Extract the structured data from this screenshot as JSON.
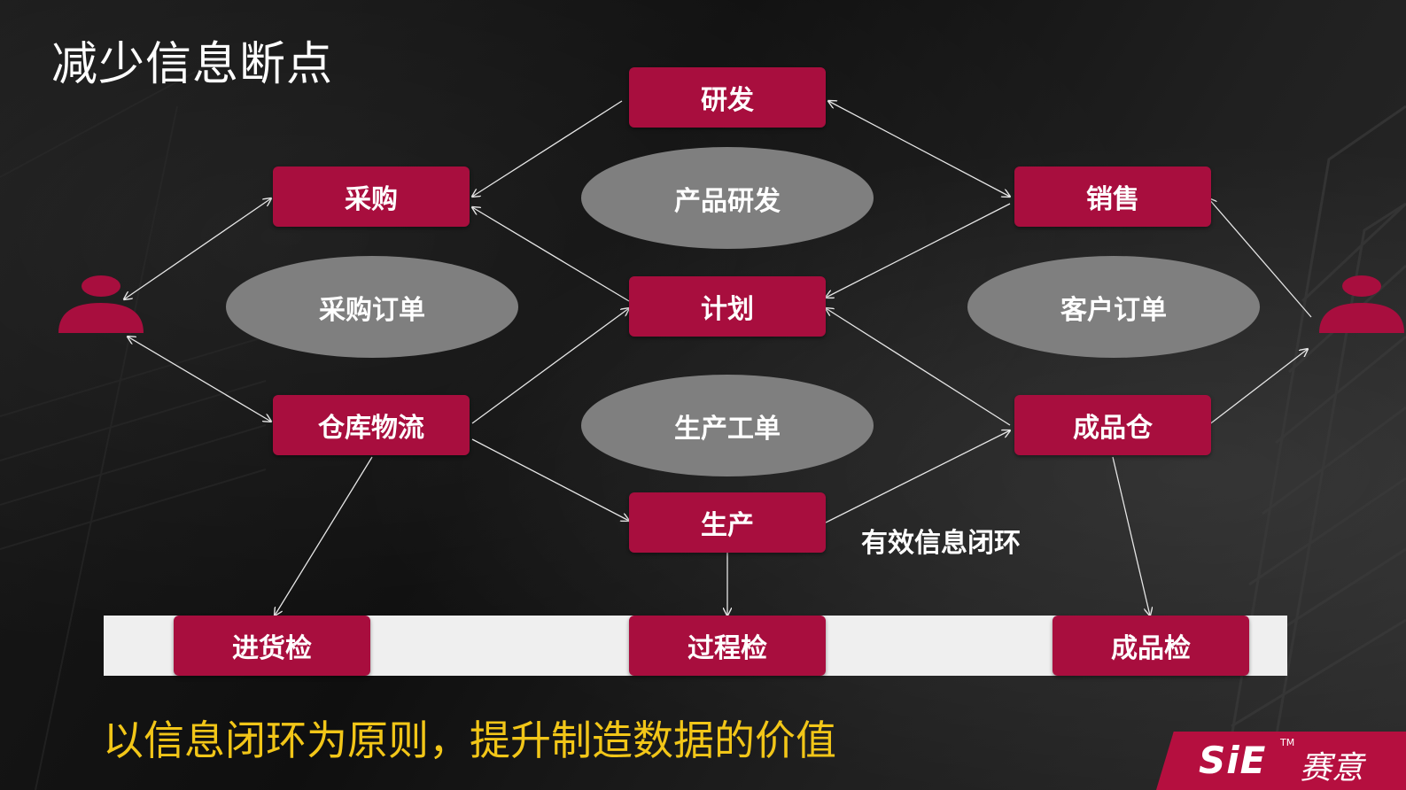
{
  "title": "减少信息断点",
  "nodes": {
    "rd": "研发",
    "purchase": "采购",
    "sales": "销售",
    "plan": "计划",
    "warehouse": "仓库物流",
    "finished_warehouse": "成品仓",
    "production": "生产",
    "incoming_check": "进货检",
    "process_check": "过程检",
    "final_check": "成品检"
  },
  "ellipses": {
    "product_rd": "产品研发",
    "purchase_order": "采购订单",
    "customer_order": "客户订单",
    "work_order": "生产工单"
  },
  "loop_label": "有效信息闭环",
  "slogan": "以信息闭环为原则，提升制造数据的价值",
  "brand": {
    "logo": "SiE",
    "tm": "TM",
    "name": "赛意"
  },
  "colors": {
    "node_fill": "#a80e3e",
    "ellipse_fill": "#7f7f7f",
    "slogan": "#f2c618",
    "brand_bg": "#b50f3f"
  }
}
